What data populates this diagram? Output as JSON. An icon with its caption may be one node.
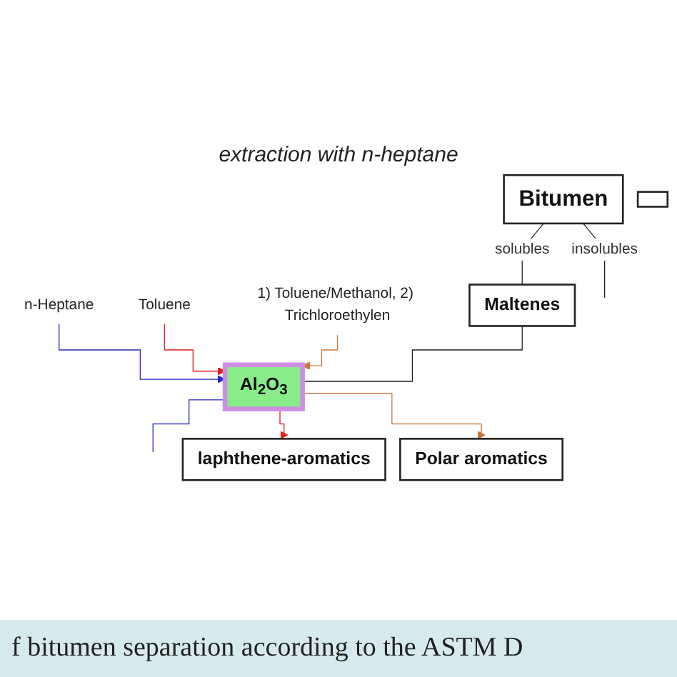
{
  "diagram": {
    "caption": "f bitumen separation according to the ASTM D",
    "nodes": [
      {
        "text": [
          "Bitumen"
        ]
      },
      {
        "text": [
          "Maltenes"
        ]
      },
      {
        "text": [
          "n-Heptane"
        ]
      },
      {
        "text": [
          "Toluene"
        ]
      },
      {
        "text": [
          "1) Toluene/Methanol, 2) Trichloroethylen"
        ]
      },
      {
        "text": [
          "Al$_{2}$O$_{3}$"
        ]
      },
      {
        "text": [
          "laphthene-aromatics"
        ]
      },
      {
        "text": [
          "Polar aromatics"
        ]
      },
      {
        "text": [],
        "shape": "box"
      }
    ],
    "edges": [
      {
        "from": 0,
        "to": 1,
        "arrow": "none",
        "label": "solubles"
      },
      {
        "from": 0,
        "to": null,
        "arrow": "none",
        "label": "insolubles"
      },
      {
        "from": 2,
        "to": 5,
        "arrow": "to",
        "color": "#2828c8"
      },
      {
        "from": 3,
        "to": 5,
        "arrow": "to",
        "color": "#e02020"
      },
      {
        "from": 4,
        "to": 5,
        "arrow": "to",
        "color": "#c8783c"
      },
      {
        "from": 1,
        "to": 5,
        "arrow": "none"
      },
      {
        "from": 5,
        "to": null,
        "arrow": "none",
        "color": "#2828c8"
      },
      {
        "from": 5,
        "to": 6,
        "arrow": "to",
        "color": "#e02020"
      },
      {
        "from": 5,
        "to": 7,
        "arrow": "to",
        "color": "#c8783c"
      }
    ],
    "labels": [
      "extraction with n-heptane"
    ]
  }
}
